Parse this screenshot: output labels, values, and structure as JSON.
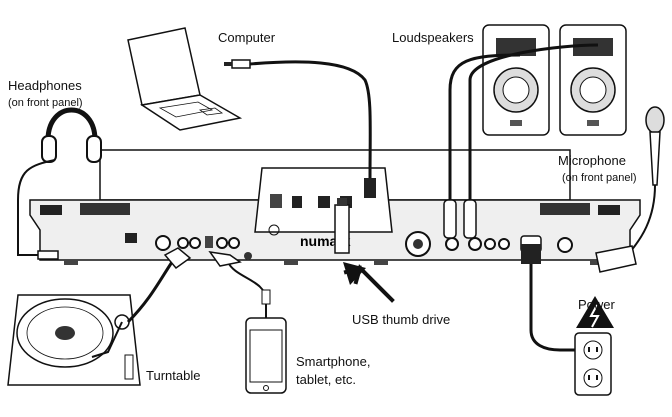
{
  "labels": {
    "computer": "Computer",
    "loudspeakers": "Loudspeakers",
    "headphones": "Headphones",
    "headphones_note": "(on front panel)",
    "microphone": "Microphone",
    "microphone_note": "(on front panel)",
    "usb_thumb_drive": "USB thumb drive",
    "power": "Power",
    "turntable": "Turntable",
    "smartphone_line1": "Smartphone,",
    "smartphone_line2": "tablet, etc."
  },
  "device_logo": "numark"
}
